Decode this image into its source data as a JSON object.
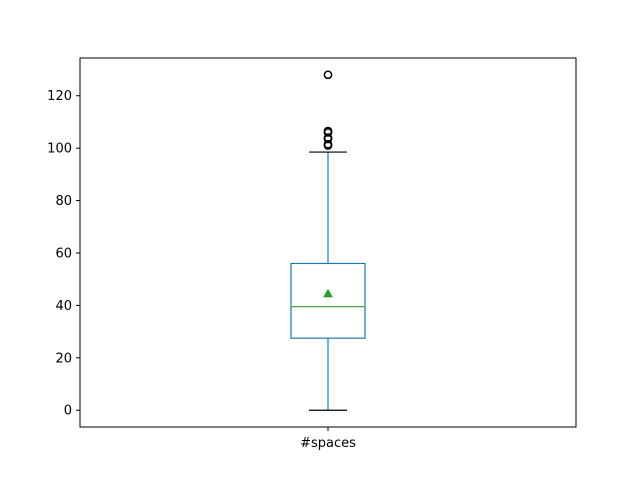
{
  "chart_data": {
    "type": "box",
    "categories": [
      "#spaces"
    ],
    "ylim": [
      -6.4,
      134.4
    ],
    "yticks": [
      0,
      20,
      40,
      60,
      80,
      100,
      120
    ],
    "ytick_labels": [
      "0",
      "20",
      "40",
      "60",
      "80",
      "100",
      "120"
    ],
    "grid": false,
    "box": {
      "whisker_low": 0,
      "q1": 27.5,
      "median": 39.5,
      "mean": 44.5,
      "q3": 56,
      "whisker_high": 98.5,
      "outliers": [
        101,
        101.5,
        103.5,
        104,
        106,
        106.5,
        128
      ]
    },
    "colors": {
      "box": "#1f77b4",
      "median": "#2ca02c",
      "mean_marker": "#2ca02c",
      "whisker_cap": "#000000",
      "outlier": "#000000",
      "axes": "#000000"
    }
  }
}
